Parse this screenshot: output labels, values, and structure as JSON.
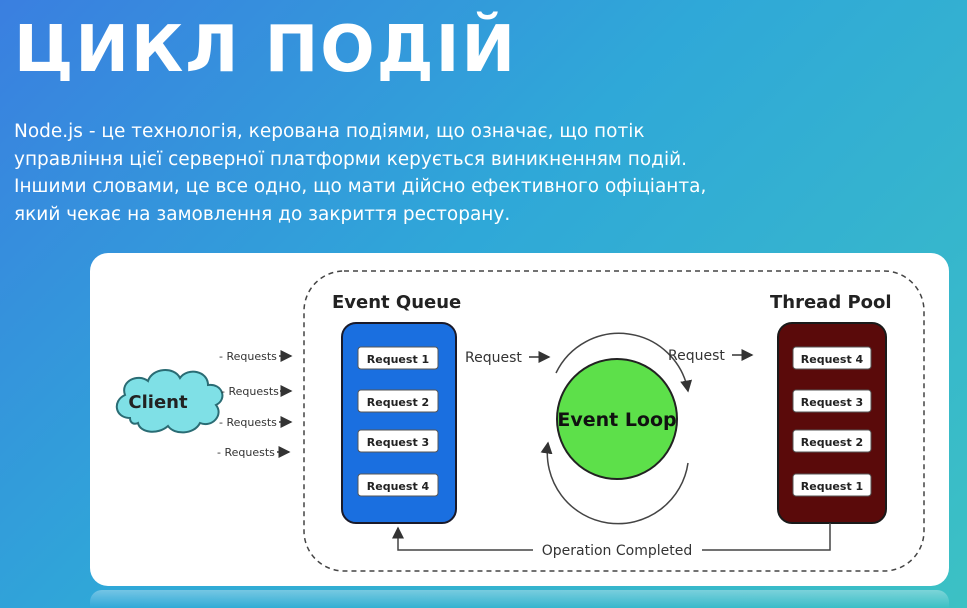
{
  "title": "ЦИКЛ ПОДІЙ",
  "description": [
    "Node.js - це технологія, керована подіями, що означає, що потік",
    "управління цієї серверної платформи керується виникненням подій.",
    "Іншими словами, це все одно, що мати дійсно ефективного офіціанта,",
    "який чекає на замовлення до закриття ресторану."
  ],
  "diagram": {
    "client_label": "Client",
    "client_arrow_labels": [
      "- Requests",
      "- Requests",
      "- Requests",
      "- Requests"
    ],
    "event_queue": {
      "heading": "Event Queue",
      "items": [
        "Request 1",
        "Request 2",
        "Request 3",
        "Request 4"
      ],
      "color": "#1a6fe0"
    },
    "arrow_to_loop_label": "Request",
    "event_loop_label": "Event Loop",
    "event_loop_color": "#5de04a",
    "arrow_to_pool_label": "Request",
    "thread_pool": {
      "heading": "Thread Pool",
      "items": [
        "Request 4",
        "Request 3",
        "Request 2",
        "Request 1"
      ],
      "color": "#5a0a0a"
    },
    "return_label": "Operation Completed"
  }
}
